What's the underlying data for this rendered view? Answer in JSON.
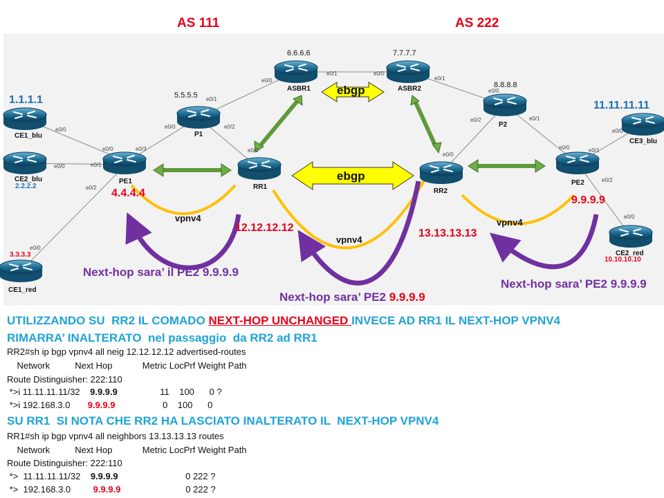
{
  "title_left": "AS 111",
  "title_right": "AS 222",
  "routers": [
    {
      "id": "CE1_blu",
      "label": "CE1_blu"
    },
    {
      "id": "CE2_blu",
      "label": "CE2_blu"
    },
    {
      "id": "CE1_red",
      "label": "CE1_red"
    },
    {
      "id": "PE1",
      "label": "PE1"
    },
    {
      "id": "P1",
      "label": "P1"
    },
    {
      "id": "RR1",
      "label": "RR1"
    },
    {
      "id": "ASBR1",
      "label": "ASBR1"
    },
    {
      "id": "ASBR2",
      "label": "ASBR2"
    },
    {
      "id": "P2",
      "label": "P2"
    },
    {
      "id": "RR2",
      "label": "RR2"
    },
    {
      "id": "PE2",
      "label": "PE2"
    },
    {
      "id": "CE3_blu",
      "label": "CE3_blu"
    },
    {
      "id": "CE2_red",
      "label": "CE2_red"
    }
  ],
  "addresses": {
    "ce1_blu": "1.1.1.1",
    "ce2_blu": "2.2.2.2",
    "ce1_red": "3.3.3.3",
    "pe1": "4.4.4.4",
    "p1": "5.5.5.5",
    "asbr1": "6.6.6.6",
    "asbr2": "7.7.7.7",
    "p2": "8.8.8.8",
    "pe2": "9.9.9.9",
    "ce2_red": "10.10.10.10",
    "ce3_blu": "11.11.11.11",
    "rr1": "12.12.12.12",
    "rr2": "13.13.13.13"
  },
  "interfaces": {
    "ce1_e00": "e0/0",
    "ce2_e00": "e0/0",
    "ce1red_e00": "e0/0",
    "pe1_e00": "e0/0",
    "pe1_e01": "e0/1",
    "pe1_e02": "e0/2",
    "pe1_e03": "e0/3",
    "p1_e00": "e0/0",
    "p1_e01": "e0/1",
    "p1_e02": "e0/2",
    "asbr1_e00": "e0/0",
    "asbr1_e01": "e0/1",
    "rr1_e00": "e0/0",
    "asbr2_e00": "e0/0",
    "asbr2_e01": "e0/1",
    "p2_e00": "e0/0",
    "p2_e01": "e0/1",
    "p2_e02": "e0/2",
    "rr2_e00": "e0/0",
    "pe2_e00": "e0/0",
    "pe2_e01": "e0/1",
    "pe2_e02": "e0/2",
    "ce3_e00": "e0/0",
    "ce2red_e00": "e0/0"
  },
  "ebgp_top": "ebgp",
  "ebgp_mid": "ebgp",
  "vpnv4_left": "vpnv4",
  "vpnv4_mid": "vpnv4",
  "vpnv4_right": "vpnv4",
  "nexthop_left_text": "Next-hop sara’ il PE2 ",
  "nexthop_left_ip": "9.9.9.9",
  "nexthop_mid_text": "Next-hop sara’ PE2 ",
  "nexthop_mid_ip": "9.9.9.9",
  "nexthop_right_text": "Next-hop sara’ PE2 ",
  "nexthop_right_ip": "9.9.9.9",
  "note1_a": "UTILIZZANDO SU  RR2 IL COMADO ",
  "note1_b": "NEXT-HOP UNCHANGED ",
  "note1_c": "INVECE AD RR1 IL NEXT-HOP VPNV4",
  "note1_line2": "RIMARRA’ INALTERATO  nel passaggio  da RR2 ad RR1",
  "cli1": {
    "cmd": "RR2#sh ip bgp vpnv4 all neig 12.12.12.12 advertised-routes",
    "header": "    Network          Next Hop            Metric LocPrf Weight Path",
    "rd": "Route Distinguisher: 222:110",
    "row1_a": " *>i 11.11.11.11/32    ",
    "row1_nh": "9.9.9.9",
    "row1_b": "                 11    100      0 ?",
    "row2_a": " *>i 192.168.3.0       ",
    "row2_nh": "9.9.9.9",
    "row2_b": "                   0    100      0"
  },
  "note2": "SU RR1  SI NOTA CHE RR2 HA LASCIATO INALTERATO IL  NEXT-HOP VPNV4",
  "cli2": {
    "cmd": "RR1#sh ip bgp vpnv4 all neighbors 13.13.13.13 routes",
    "header": "    Network          Next Hop            Metric LocPrf Weight Path",
    "rd": "Route Distinguisher: 222:110",
    "row1_a": " *>  11.11.11.11/32    ",
    "row1_nh": "9.9.9.9",
    "row1_b": "                           0 222 ?",
    "row2_a": " *>  192.168.3.0         ",
    "row2_nh": "9.9.9.9",
    "row2_b": "                          0 222 ?"
  },
  "colors": {
    "title_red": "#e8001a",
    "note_blue": "#1fa3d8",
    "purple": "#7030a0",
    "orange": "#ffc000",
    "green": "#70ad47",
    "ebgp_yellow": "#ffff00",
    "diagram_bg": "#f2f2f2"
  }
}
